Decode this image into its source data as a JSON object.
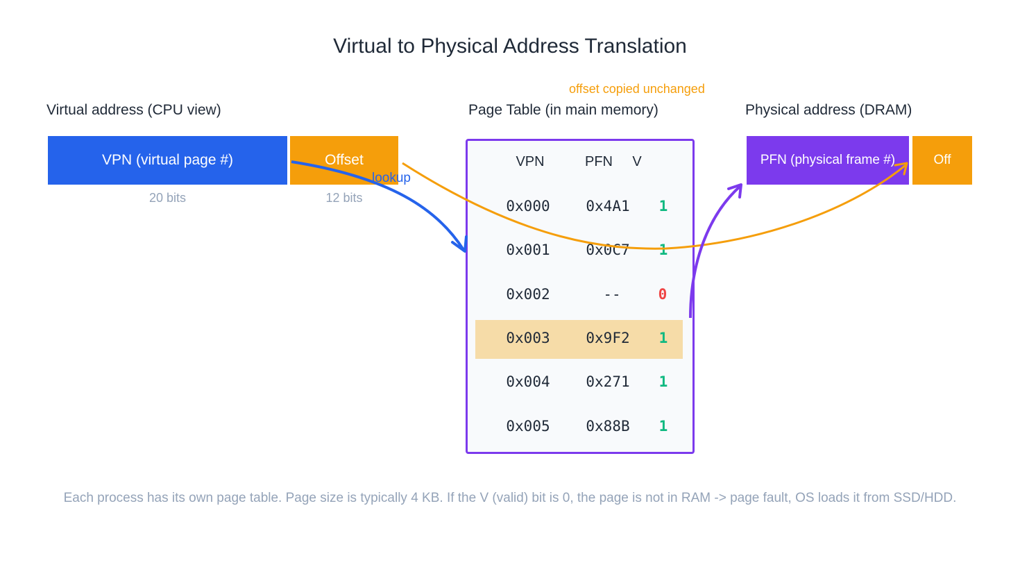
{
  "title": "Virtual to Physical Address Translation",
  "virtual": {
    "label": "Virtual address (CPU view)",
    "vpn_label": "VPN  (virtual page #)",
    "offset_label": "Offset",
    "vpn_bits": "20 bits",
    "offset_bits": "12 bits"
  },
  "page_table": {
    "label": "Page Table  (in main memory)",
    "headers": [
      "VPN",
      "PFN",
      "V"
    ],
    "rows": [
      {
        "vpn": "0x000",
        "pfn": "0x4A1",
        "v": "1"
      },
      {
        "vpn": "0x001",
        "pfn": "0x0C7",
        "v": "1"
      },
      {
        "vpn": "0x002",
        "pfn": "--",
        "v": "0"
      },
      {
        "vpn": "0x003",
        "pfn": "0x9F2",
        "v": "1"
      },
      {
        "vpn": "0x004",
        "pfn": "0x271",
        "v": "1"
      },
      {
        "vpn": "0x005",
        "pfn": "0x88B",
        "v": "1"
      }
    ],
    "highlighted_row": "0x003"
  },
  "physical": {
    "label": "Physical address (DRAM)",
    "pfn_label": "PFN  (physical frame #)",
    "offset_label": "Off"
  },
  "annotations": {
    "offset_note": "offset copied unchanged",
    "lookup": "lookup"
  },
  "footnote": "Each process has its own page table. Page size is typically 4 KB. If the V (valid) bit is 0, the page is not in RAM -> page fault, OS loads it from SSD/HDD.",
  "colors": {
    "vpn": "#2563eb",
    "offset": "#f59e0b",
    "pfn": "#7c3aed",
    "valid": "#10b981",
    "invalid": "#ef4444",
    "highlight": "#f6dca8"
  }
}
